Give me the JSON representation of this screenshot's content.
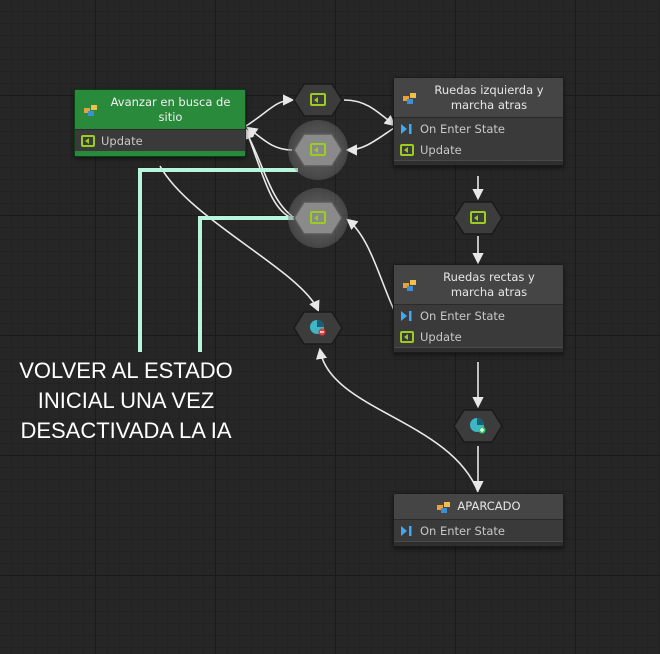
{
  "states": {
    "avanzar": {
      "title": "Avanzar en busca de sitio",
      "units": [
        "Update"
      ]
    },
    "ruedas_izq": {
      "title": "Ruedas izquierda y marcha atras",
      "units": [
        "On Enter State",
        "Update"
      ]
    },
    "ruedas_rectas": {
      "title": "Ruedas rectas y marcha atras",
      "units": [
        "On Enter State",
        "Update"
      ]
    },
    "aparcado": {
      "title": "APARCADO",
      "units": [
        "On Enter State"
      ]
    }
  },
  "transitions": [
    {
      "id": "t1",
      "icon": "update-transition-icon"
    },
    {
      "id": "t2",
      "icon": "update-transition-icon",
      "highlighted": true
    },
    {
      "id": "t3",
      "icon": "update-transition-icon",
      "highlighted": true
    },
    {
      "id": "t4",
      "icon": "custom-event-transition-icon"
    },
    {
      "id": "t5",
      "icon": "update-transition-icon"
    },
    {
      "id": "t6",
      "icon": "custom-event-transition-icon"
    }
  ],
  "annotation": {
    "text": "VOLVER AL ESTADO\nINICIAL UNA VEZ\nDESACTIVADA LA IA",
    "color": "#b8f5dc"
  },
  "colors": {
    "active_state": "#2a8a3c",
    "update_icon": "#9acd1e",
    "enter_icon": "#3fa9f5",
    "wire": "#e8e8e8"
  }
}
